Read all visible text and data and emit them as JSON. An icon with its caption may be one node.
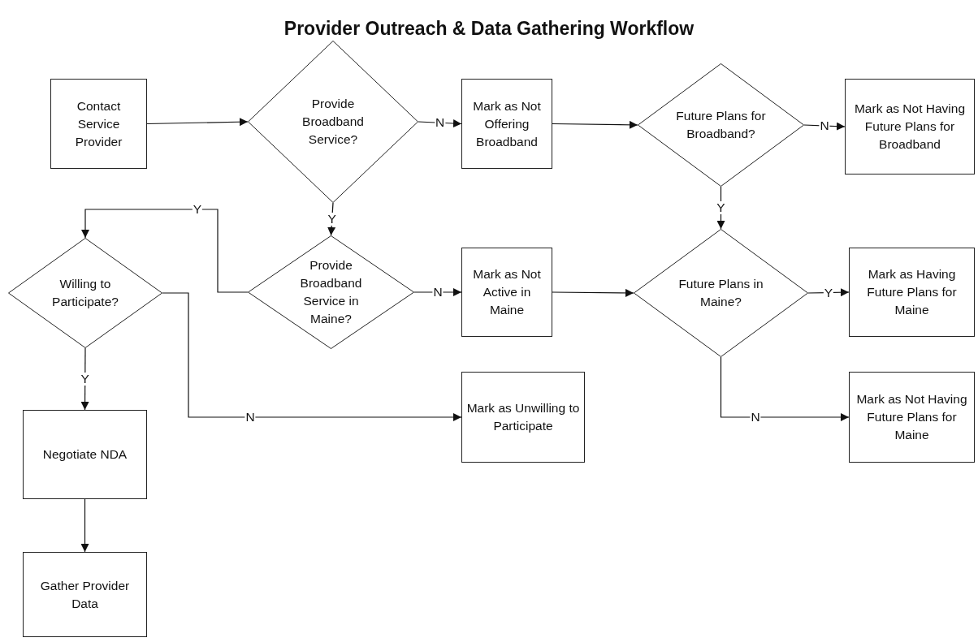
{
  "diagram": {
    "title": "Provider Outreach & Data Gathering Workflow",
    "nodes": [
      {
        "text": [
          "Contact Service Provider"
        ]
      },
      {
        "text": [
          "Provide Broadband Service?"
        ]
      },
      {
        "text": [
          "Mark as Not Offering Broadband"
        ]
      },
      {
        "text": [
          "Future Plans for Broadband?"
        ]
      },
      {
        "text": [
          "Mark as Not Having Future Plans for Broadband"
        ]
      },
      {
        "text": [
          "Willing to Participate?"
        ]
      },
      {
        "text": [
          "Provide Broadband Service in Maine?"
        ]
      },
      {
        "text": [
          "Mark as Not Active in Maine"
        ]
      },
      {
        "text": [
          "Future Plans in Maine?"
        ]
      },
      {
        "text": [
          "Mark as Having Future Plans for Maine"
        ]
      },
      {
        "text": [
          "Negotiate NDA"
        ]
      },
      {
        "text": [
          "Mark as Unwilling to Participate"
        ]
      },
      {
        "text": [
          "Mark as Not Having Future Plans for Maine"
        ]
      },
      {
        "text": [
          "Gather Provider Data"
        ]
      }
    ],
    "edges": [
      {
        "from": 0,
        "to": 1,
        "arrow": "to"
      },
      {
        "from": 1,
        "to": 2,
        "arrow": "to",
        "label": "N"
      },
      {
        "from": 2,
        "to": 3,
        "arrow": "to"
      },
      {
        "from": 3,
        "to": 4,
        "arrow": "to",
        "label": "N"
      },
      {
        "from": 1,
        "to": 6,
        "arrow": "to",
        "label": "Y"
      },
      {
        "from": 3,
        "to": 8,
        "arrow": "to",
        "label": "Y"
      },
      {
        "from": 6,
        "to": 5,
        "arrow": "to",
        "label": "Y"
      },
      {
        "from": 6,
        "to": 7,
        "arrow": "to",
        "label": "N"
      },
      {
        "from": 7,
        "to": 8,
        "arrow": "to"
      },
      {
        "from": 8,
        "to": 9,
        "arrow": "to",
        "label": "Y"
      },
      {
        "from": 8,
        "to": 12,
        "arrow": "to",
        "label": "N"
      },
      {
        "from": 5,
        "to": 11,
        "arrow": "to",
        "label": "N"
      },
      {
        "from": 5,
        "to": 10,
        "arrow": "to",
        "label": "Y"
      },
      {
        "from": 10,
        "to": 13,
        "arrow": "to"
      }
    ]
  }
}
